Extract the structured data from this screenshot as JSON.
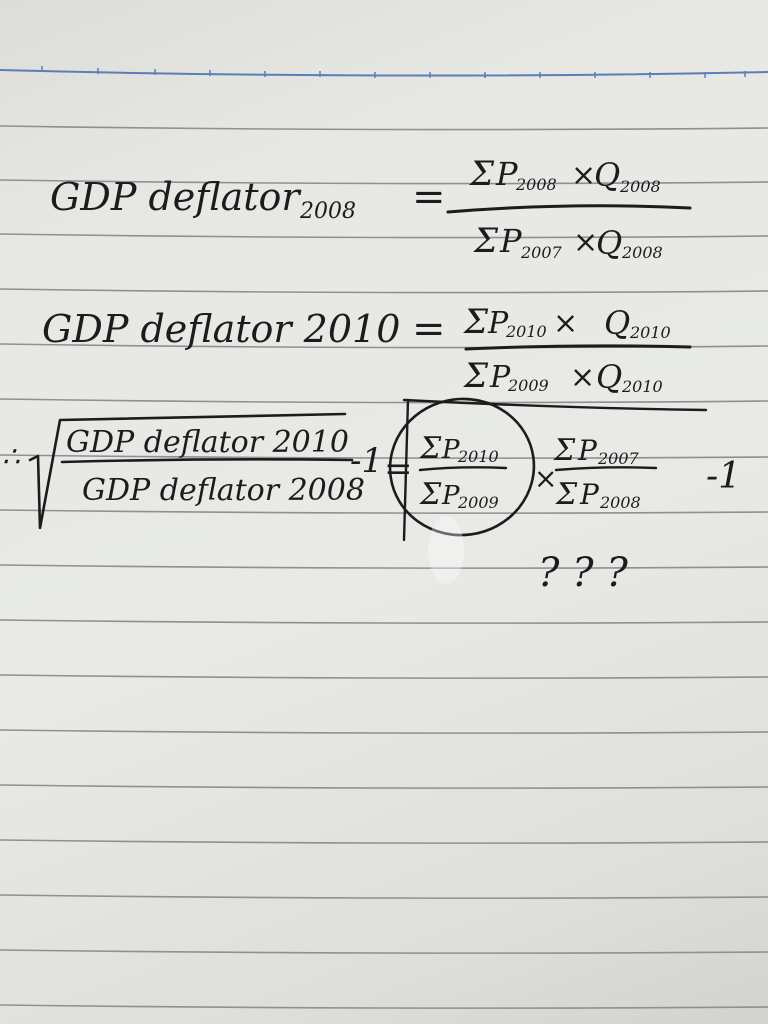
{
  "page": {
    "paper_color": "#e8e9e5",
    "rule_color": "#8f8f96",
    "margin_line_color": "#5a7fb8",
    "ink_color": "#1c1c1f"
  },
  "equation1": {
    "lhs_main": "GDP deflator",
    "lhs_sub": "2008",
    "equals": "=",
    "numerator": {
      "sigma": "Σ",
      "p": "P",
      "p_sub": "2008",
      "times": "×",
      "q": "Q",
      "q_sub": "2008"
    },
    "denominator": {
      "sigma": "Σ",
      "p": "P",
      "p_sub": "2007",
      "times": "×",
      "q": "Q",
      "q_sub": "2008"
    }
  },
  "equation2": {
    "lhs": "GDP deflator 2010",
    "equals": "=",
    "numerator": {
      "sigma": "Σ",
      "p": "P",
      "p_sub": "2010",
      "times": "×",
      "q": "Q",
      "q_sub": "2010"
    },
    "denominator": {
      "sigma": "Σ",
      "p": "P",
      "p_sub": "2009",
      "times": "×",
      "q": "Q",
      "q_sub": "2010"
    }
  },
  "equation3": {
    "therefore": "∴",
    "root_numerator": "GDP deflator 2010",
    "root_denominator": "GDP deflator 2008",
    "minus_one_left": "-1",
    "equals": "=",
    "frac1": {
      "num_sigma": "Σ",
      "num_p": "P",
      "num_sub": "2010",
      "den_sigma": "Σ",
      "den_p": "P",
      "den_sub": "2009"
    },
    "times": "×",
    "frac2": {
      "num_sigma": "Σ",
      "num_p": "P",
      "num_sub": "2007",
      "den_sigma": "Σ",
      "den_p": "P",
      "den_sub": "2008"
    },
    "minus_one_right": "-1"
  },
  "question_marks": "? ? ?"
}
